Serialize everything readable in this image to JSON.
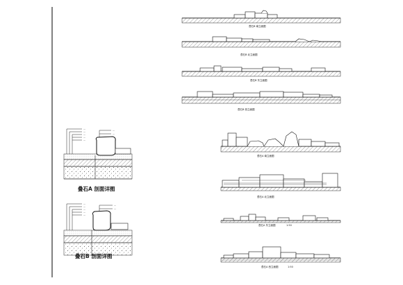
{
  "detail_a": {
    "caption": "叠石A 剖面详图",
    "notes_left": [
      "—",
      "—",
      "—",
      "—",
      "—"
    ],
    "notes_right": [
      "—",
      "—",
      "—"
    ]
  },
  "detail_b": {
    "caption": "叠石B 剖面详图",
    "notes_left": [
      "—",
      "—",
      "—",
      "—",
      "—"
    ],
    "notes_right": [
      "—",
      "—"
    ]
  },
  "elevations": [
    {
      "caption": "叠石B 南立面图",
      "scale": ""
    },
    {
      "caption": "叠石B 北立面图",
      "scale": ""
    },
    {
      "caption": "叠石B 东立面图",
      "scale": ""
    },
    {
      "caption": "叠石B 西立面图",
      "scale": ""
    },
    {
      "caption": "叠石A 南立面图",
      "scale": ""
    },
    {
      "caption": "叠石A 北立面图",
      "scale": ""
    },
    {
      "caption": "叠石A 东立面图",
      "scale": "1:50"
    },
    {
      "caption": "叠石A 西立面图",
      "scale": "1:50"
    }
  ],
  "colors": {
    "line": "#1a1a1a",
    "hatch": "#555555",
    "border": "#000000"
  }
}
